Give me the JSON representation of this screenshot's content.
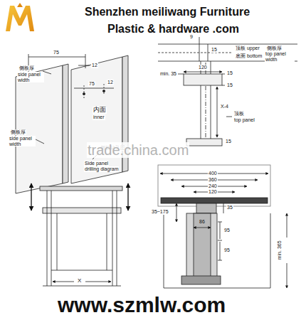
{
  "diagram": {
    "labels": [
      "Shenzhen meiliwang Furniture",
      "Plastic & hardware .com",
      "75",
      "12",
      "侧板厚",
      "side panel width",
      "75",
      "12",
      "内面",
      "inner",
      "侧板厚",
      "side panel width",
      "侧板钻孔图",
      "Side panel",
      "drilling diagram",
      "trade.china.com",
      "9",
      "15",
      "顶板 upper",
      "底面 bottom",
      "侧板厚",
      "top panel width",
      "min. 35",
      "120",
      "15",
      "15",
      "X-4",
      "顶板",
      "top panel",
      "15",
      "X",
      "400",
      "360",
      "240",
      "120",
      "35~175",
      "35",
      "86",
      "95",
      "95",
      "min. 365",
      "www.szmlw.com"
    ]
  }
}
